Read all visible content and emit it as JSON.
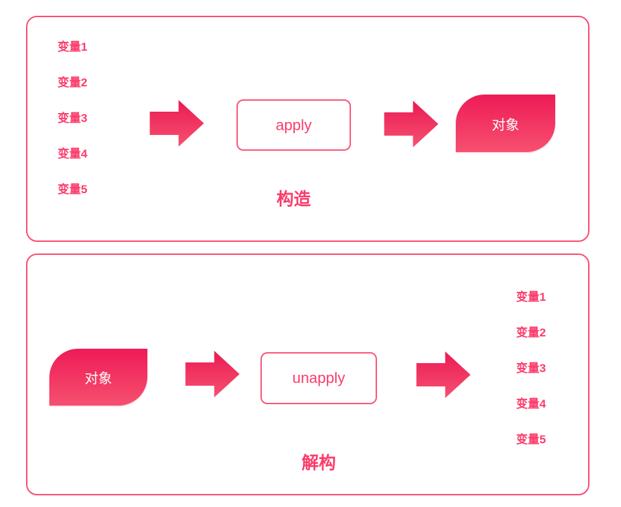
{
  "diagram": {
    "construction": {
      "variables": [
        "变量1",
        "变量2",
        "变量3",
        "变量4",
        "变量5"
      ],
      "function_label": "apply",
      "object_label": "对象",
      "caption": "构造"
    },
    "deconstruction": {
      "object_label": "对象",
      "function_label": "unapply",
      "variables": [
        "变量1",
        "变量2",
        "变量3",
        "变量4",
        "变量5"
      ],
      "caption": "解构"
    },
    "colors": {
      "accent_text": "#fb3d6b",
      "panel_border": "#f94d72",
      "shape_gradient_top": "#ee1b56",
      "shape_gradient_bottom": "#f6506f",
      "arrow_gradient_top": "#e91a53",
      "arrow_gradient_bottom": "#f75171"
    }
  }
}
